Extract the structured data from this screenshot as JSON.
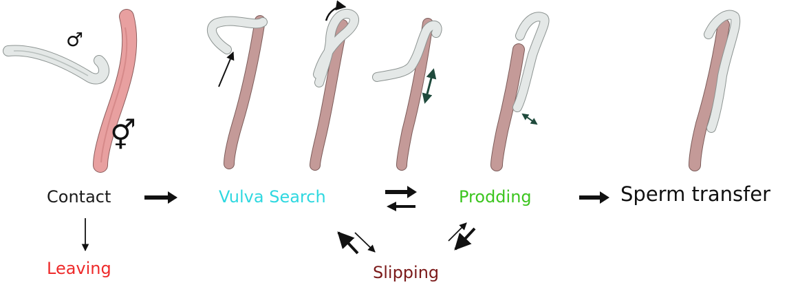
{
  "symbols": {
    "male": "♂",
    "hermaphrodite": "⚥"
  },
  "labels": {
    "contact": "Contact",
    "vulva_search": "Vulva Search",
    "prodding": "Prodding",
    "sperm_transfer": "Sperm transfer",
    "leaving": "Leaving",
    "slipping": "Slipping"
  },
  "colors": {
    "contact": "#1a1a1a",
    "vulva_search": "#2fd8e0",
    "prodding": "#3cc51f",
    "sperm_transfer": "#111111",
    "leaving": "#ee2a2a",
    "slipping": "#7b1a1a",
    "herm_pink": "#e8a0a0",
    "herm_brown": "#c49a98",
    "male_grey": "#e4e8e7",
    "detail_arrow": "#1f4a3c"
  }
}
